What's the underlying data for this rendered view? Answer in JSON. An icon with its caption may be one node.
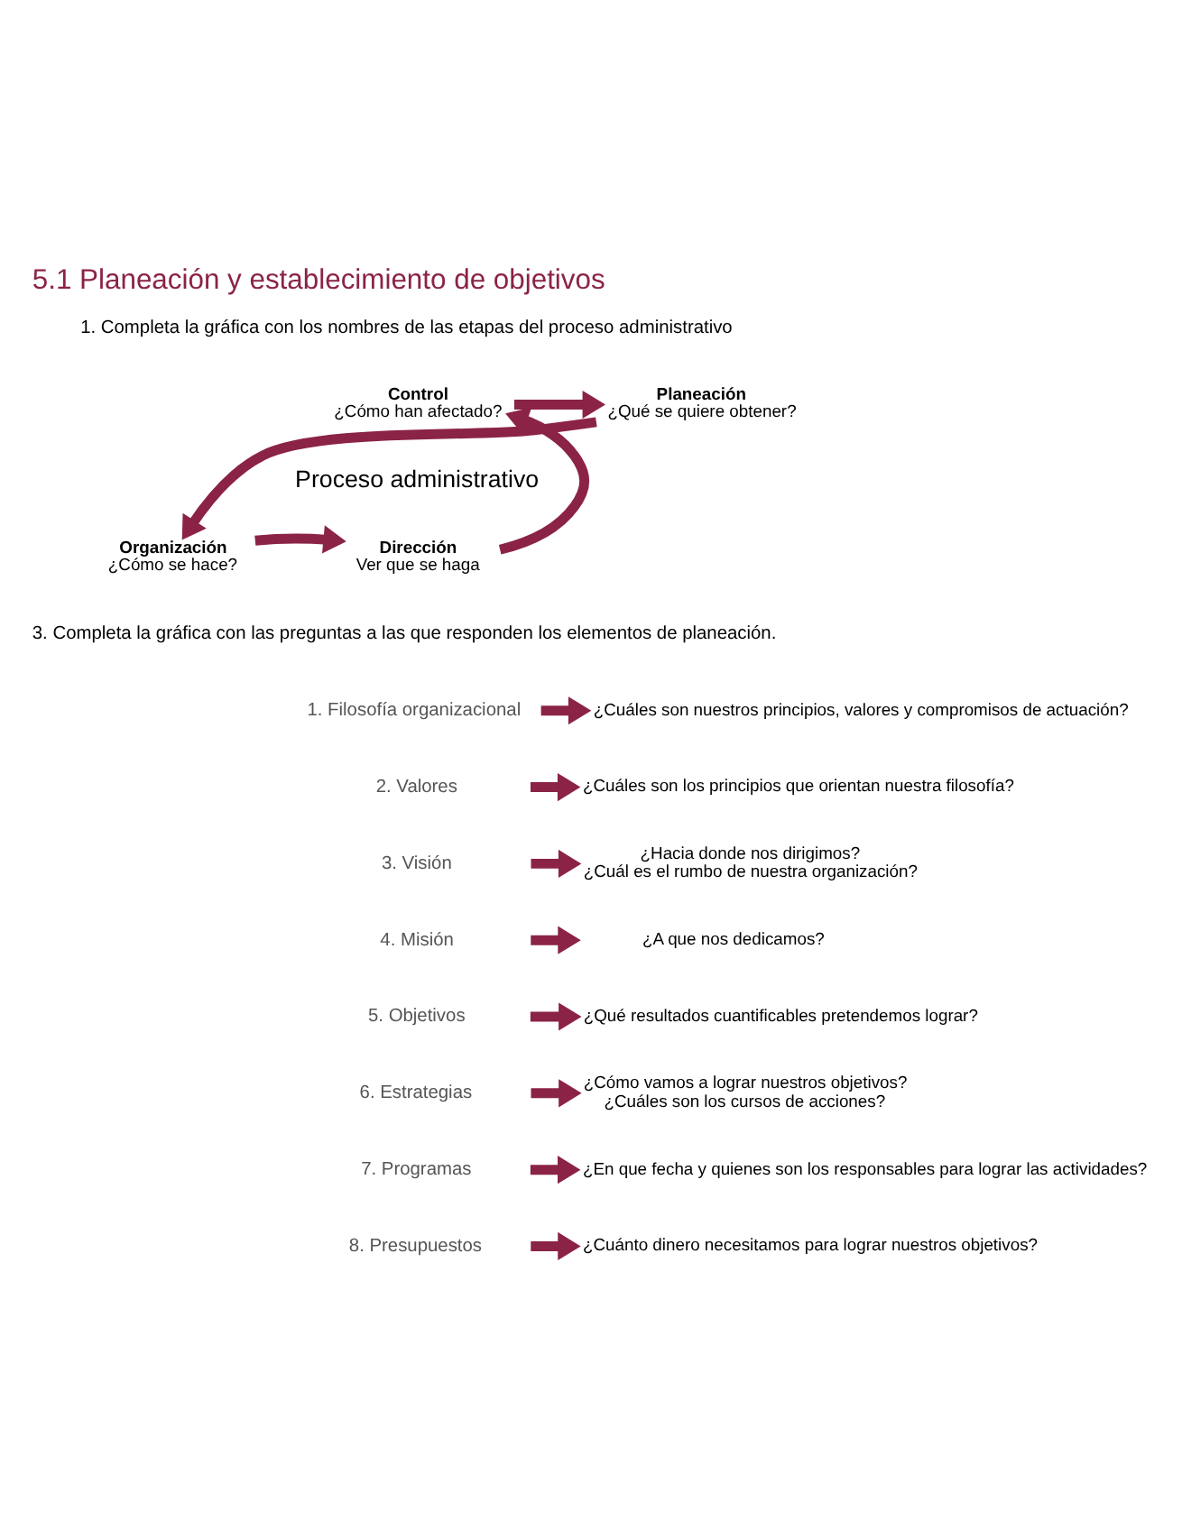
{
  "diagram": {
    "title": "5.1 Planeación y establecimiento de objetivos",
    "nodes": [
      {
        "text": [
          "Control",
          "¿Cómo han afectado?"
        ]
      },
      {
        "text": [
          "Planeación",
          "¿Qué se quiere obtener?"
        ]
      },
      {
        "text": [
          "Proceso administrativo"
        ]
      },
      {
        "text": [
          "Dirección",
          "Ver que se haga"
        ]
      },
      {
        "text": [
          "Organización",
          "¿Cómo se hace?"
        ]
      },
      {
        "text": [
          "1. Filosofía organizacional"
        ]
      },
      {
        "text": [
          "¿Cuáles son nuestros principios, valores y compromisos de actuación?"
        ]
      },
      {
        "text": [
          "2. Valores"
        ]
      },
      {
        "text": [
          "¿Cuáles son los principios que orientan nuestra filosofía?"
        ]
      },
      {
        "text": [
          "3. Visión"
        ]
      },
      {
        "text": [
          "¿Hacia donde nos dirigimos?",
          "¿Cuál es el rumbo de nuestra organización?"
        ]
      },
      {
        "text": [
          "4. Misión"
        ]
      },
      {
        "text": [
          "¿A que nos dedicamos?"
        ]
      },
      {
        "text": [
          "5. Objetivos"
        ]
      },
      {
        "text": [
          "¿Qué resultados cuantificables pretendemos lograr?"
        ]
      },
      {
        "text": [
          "6. Estrategias"
        ]
      },
      {
        "text": [
          "¿Cómo vamos a lograr nuestros objetivos?",
          "¿Cuáles son los cursos de acciones?"
        ]
      },
      {
        "text": [
          "7. Programas"
        ]
      },
      {
        "text": [
          "¿En que fecha y quienes son los responsables para lograr las actividades?"
        ]
      },
      {
        "text": [
          "8. Presupuestos"
        ]
      },
      {
        "text": [
          "¿Cuánto dinero necesitamos para lograr nuestros objetivos?"
        ]
      }
    ],
    "edges": [
      {
        "from": 0,
        "to": 1,
        "arrow": "to"
      },
      {
        "from": 1,
        "to": 4,
        "arrow": "to"
      },
      {
        "from": 4,
        "to": 3,
        "arrow": "to"
      },
      {
        "from": 3,
        "to": 0,
        "arrow": "to"
      },
      {
        "from": 5,
        "to": 6,
        "arrow": "to"
      },
      {
        "from": 7,
        "to": 8,
        "arrow": "to"
      },
      {
        "from": 9,
        "to": 10,
        "arrow": "to"
      },
      {
        "from": 11,
        "to": 12,
        "arrow": "to"
      },
      {
        "from": 13,
        "to": 14,
        "arrow": "to"
      },
      {
        "from": 15,
        "to": 16,
        "arrow": "to"
      },
      {
        "from": 17,
        "to": 18,
        "arrow": "to"
      },
      {
        "from": 19,
        "to": 20,
        "arrow": "to"
      }
    ],
    "labels": [
      "1. Completa la gráfica con los nombres de las etapas del proceso administrativo",
      "3. Completa la gráfica con las preguntas a las que responden los elementos de planeación."
    ]
  }
}
